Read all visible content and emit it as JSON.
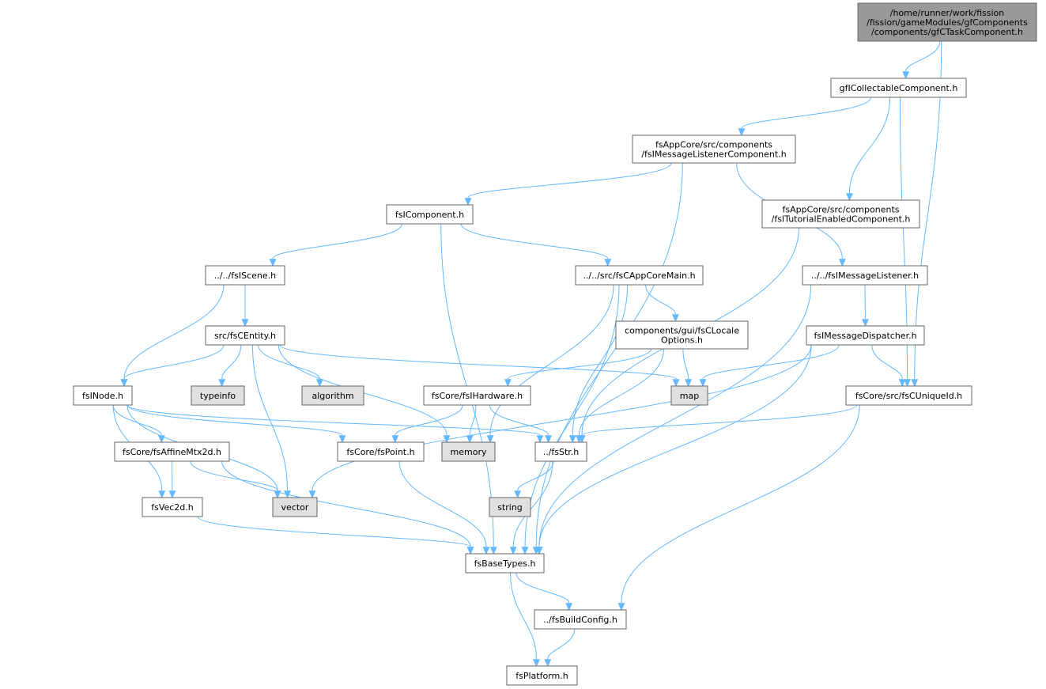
{
  "colors": {
    "root_fill": "#999999",
    "node_fill": "#ffffff",
    "system_fill": "#e0e0e0",
    "border": "#666666",
    "edge": "#63b8ff"
  },
  "nodes": [
    {
      "id": "root",
      "lines": [
        "/home/runner/work/fission",
        "/fission/gameModules/gfComponents",
        "/components/gfCTaskComponent.h"
      ],
      "kind": "root"
    },
    {
      "id": "gfICollectable",
      "lines": [
        "gfICollectableComponent.h"
      ],
      "kind": "file"
    },
    {
      "id": "fsIMsgListenerComp",
      "lines": [
        "fsAppCore/src/components",
        "/fsIMessageListenerComponent.h"
      ],
      "kind": "file"
    },
    {
      "id": "fsITutorial",
      "lines": [
        "fsAppCore/src/components",
        "/fsITutorialEnabledComponent.h"
      ],
      "kind": "file"
    },
    {
      "id": "fsIComponent",
      "lines": [
        "fsIComponent.h"
      ],
      "kind": "file"
    },
    {
      "id": "fsIScene",
      "lines": [
        "../../fsIScene.h"
      ],
      "kind": "file"
    },
    {
      "id": "fsCAppCoreMain",
      "lines": [
        "../../src/fsCAppCoreMain.h"
      ],
      "kind": "file"
    },
    {
      "id": "fsIMsgListener",
      "lines": [
        "../../fsIMessageListener.h"
      ],
      "kind": "file"
    },
    {
      "id": "fsCEntity",
      "lines": [
        "src/fsCEntity.h"
      ],
      "kind": "file"
    },
    {
      "id": "fsCLocale",
      "lines": [
        "components/gui/fsCLocale",
        "Options.h"
      ],
      "kind": "file"
    },
    {
      "id": "fsIMsgDispatcher",
      "lines": [
        "fsIMessageDispatcher.h"
      ],
      "kind": "file"
    },
    {
      "id": "fsINode",
      "lines": [
        "fsINode.h"
      ],
      "kind": "file"
    },
    {
      "id": "typeinfo",
      "lines": [
        "typeinfo"
      ],
      "kind": "system"
    },
    {
      "id": "algorithm",
      "lines": [
        "algorithm"
      ],
      "kind": "system"
    },
    {
      "id": "fsIHardware",
      "lines": [
        "fsCore/fsIHardware.h"
      ],
      "kind": "file"
    },
    {
      "id": "map",
      "lines": [
        "map"
      ],
      "kind": "system"
    },
    {
      "id": "fsCUniqueId",
      "lines": [
        "fsCore/src/fsCUniqueId.h"
      ],
      "kind": "file"
    },
    {
      "id": "fsAffine",
      "lines": [
        "fsCore/fsAffineMtx2d.h"
      ],
      "kind": "file"
    },
    {
      "id": "fsPoint",
      "lines": [
        "fsCore/fsPoint.h"
      ],
      "kind": "file"
    },
    {
      "id": "memory",
      "lines": [
        "memory"
      ],
      "kind": "system"
    },
    {
      "id": "fsStr",
      "lines": [
        "../fsStr.h"
      ],
      "kind": "file"
    },
    {
      "id": "fsVec2d",
      "lines": [
        "fsVec2d.h"
      ],
      "kind": "file"
    },
    {
      "id": "vector",
      "lines": [
        "vector"
      ],
      "kind": "system"
    },
    {
      "id": "string",
      "lines": [
        "string"
      ],
      "kind": "system"
    },
    {
      "id": "fsBaseTypes",
      "lines": [
        "fsBaseTypes.h"
      ],
      "kind": "file"
    },
    {
      "id": "fsBuildConfig",
      "lines": [
        "../fsBuildConfig.h"
      ],
      "kind": "file"
    },
    {
      "id": "fsPlatform",
      "lines": [
        "fsPlatform.h"
      ],
      "kind": "file"
    }
  ],
  "edges": [
    [
      "root",
      "gfICollectable"
    ],
    [
      "root",
      "fsCUniqueId"
    ],
    [
      "gfICollectable",
      "fsIMsgListenerComp"
    ],
    [
      "gfICollectable",
      "fsITutorial"
    ],
    [
      "gfICollectable",
      "fsCUniqueId"
    ],
    [
      "fsIMsgListenerComp",
      "fsIComponent"
    ],
    [
      "fsIMsgListenerComp",
      "fsIMsgListener"
    ],
    [
      "fsIMsgListenerComp",
      "fsBaseTypes"
    ],
    [
      "fsITutorial",
      "fsStr"
    ],
    [
      "fsIComponent",
      "fsIScene"
    ],
    [
      "fsIComponent",
      "fsCAppCoreMain"
    ],
    [
      "fsIComponent",
      "fsBaseTypes"
    ],
    [
      "fsIScene",
      "fsCEntity"
    ],
    [
      "fsIScene",
      "fsINode"
    ],
    [
      "fsCAppCoreMain",
      "fsCLocale"
    ],
    [
      "fsCAppCoreMain",
      "memory"
    ],
    [
      "fsCAppCoreMain",
      "fsStr"
    ],
    [
      "fsCAppCoreMain",
      "fsBaseTypes"
    ],
    [
      "fsIMsgListener",
      "fsIMsgDispatcher"
    ],
    [
      "fsIMsgListener",
      "fsBaseTypes"
    ],
    [
      "fsCEntity",
      "fsINode"
    ],
    [
      "fsCEntity",
      "typeinfo"
    ],
    [
      "fsCEntity",
      "algorithm"
    ],
    [
      "fsCEntity",
      "map"
    ],
    [
      "fsCEntity",
      "memory"
    ],
    [
      "fsCEntity",
      "vector"
    ],
    [
      "fsCLocale",
      "fsIHardware"
    ],
    [
      "fsCLocale",
      "map"
    ],
    [
      "fsCLocale",
      "fsStr"
    ],
    [
      "fsIMsgDispatcher",
      "map"
    ],
    [
      "fsIMsgDispatcher",
      "fsCUniqueId"
    ],
    [
      "fsIMsgDispatcher",
      "vector"
    ],
    [
      "fsIMsgDispatcher",
      "fsBaseTypes"
    ],
    [
      "fsINode",
      "fsAffine"
    ],
    [
      "fsINode",
      "fsPoint"
    ],
    [
      "fsINode",
      "fsStr"
    ],
    [
      "fsINode",
      "fsVec2d"
    ],
    [
      "fsINode",
      "vector"
    ],
    [
      "fsIHardware",
      "fsPoint"
    ],
    [
      "fsIHardware",
      "memory"
    ],
    [
      "fsIHardware",
      "fsStr"
    ],
    [
      "fsCUniqueId",
      "fsStr"
    ],
    [
      "fsCUniqueId",
      "fsBuildConfig"
    ],
    [
      "fsAffine",
      "fsVec2d"
    ],
    [
      "fsAffine",
      "vector"
    ],
    [
      "fsAffine",
      "fsBaseTypes"
    ],
    [
      "fsPoint",
      "fsBaseTypes"
    ],
    [
      "fsStr",
      "string"
    ],
    [
      "fsStr",
      "fsBaseTypes"
    ],
    [
      "fsVec2d",
      "fsBaseTypes"
    ],
    [
      "fsBaseTypes",
      "fsBuildConfig"
    ],
    [
      "fsBaseTypes",
      "fsPlatform"
    ],
    [
      "fsBuildConfig",
      "fsPlatform"
    ]
  ]
}
